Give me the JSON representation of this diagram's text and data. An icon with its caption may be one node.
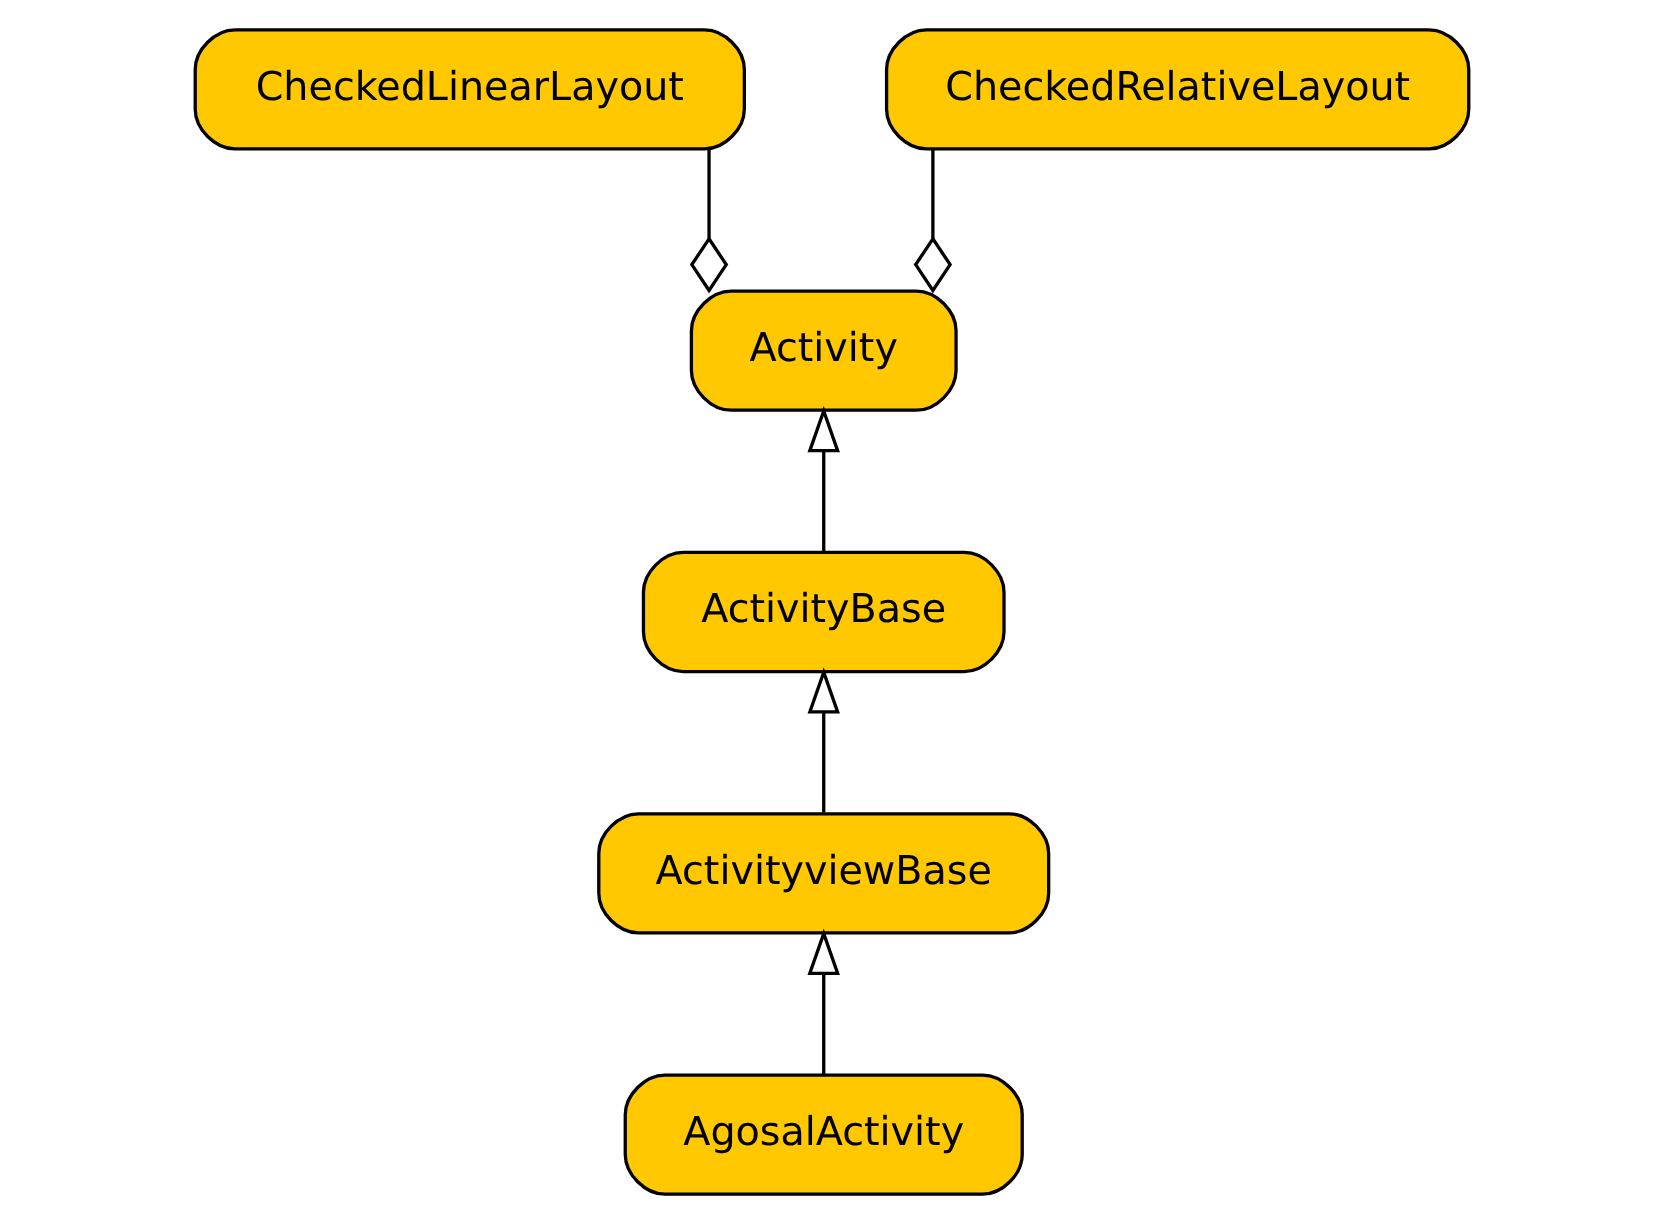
{
  "diagram": {
    "nodes": [
      {
        "text": [
          "CheckedLinearLayout"
        ]
      },
      {
        "text": [
          "Activity"
        ]
      },
      {
        "text": [
          "CheckedRelativeLayout"
        ]
      },
      {
        "text": [
          "ActivityBase"
        ]
      },
      {
        "text": [
          "ActivityviewBase"
        ]
      },
      {
        "text": [
          "AgosalActivity"
        ]
      }
    ],
    "edges": [
      {
        "from": 0,
        "to": 1,
        "arrow": "other"
      },
      {
        "from": 2,
        "to": 1,
        "arrow": "other"
      },
      {
        "from": 3,
        "to": 1,
        "arrow": "to"
      },
      {
        "from": 4,
        "to": 3,
        "arrow": "to"
      },
      {
        "from": 5,
        "to": 4,
        "arrow": "to"
      }
    ]
  }
}
